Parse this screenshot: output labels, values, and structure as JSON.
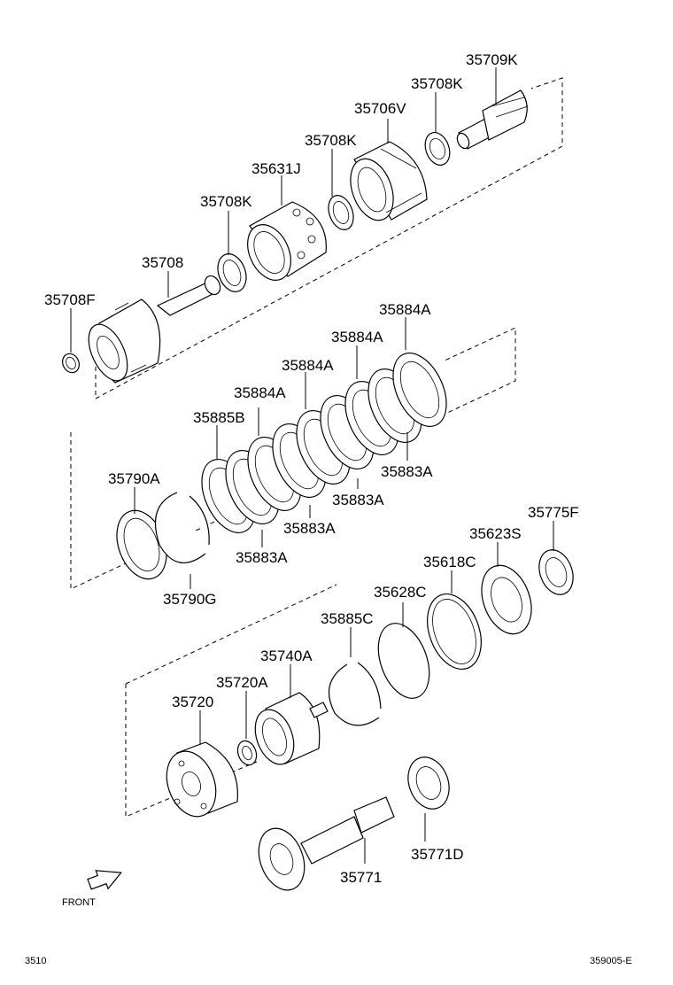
{
  "diagram": {
    "part_labels": {
      "p35709K": "35709K",
      "p35708K_a": "35708K",
      "p35706V": "35706V",
      "p35708K_b": "35708K",
      "p35631J": "35631J",
      "p35708K_c": "35708K",
      "p35708": "35708",
      "p35708F": "35708F",
      "p35884A_a": "35884A",
      "p35884A_b": "35884A",
      "p35884A_c": "35884A",
      "p35884A_d": "35884A",
      "p35885B": "35885B",
      "p35790A": "35790A",
      "p35883A_a": "35883A",
      "p35883A_b": "35883A",
      "p35883A_c": "35883A",
      "p35883A_d": "35883A",
      "p35790G": "35790G",
      "p35775F": "35775F",
      "p35623S": "35623S",
      "p35618C": "35618C",
      "p35628C": "35628C",
      "p35885C": "35885C",
      "p35740A": "35740A",
      "p35720A": "35720A",
      "p35720": "35720",
      "p35771D": "35771D",
      "p35771": "35771"
    },
    "front_label": "FRONT",
    "page_code_left": "3510",
    "page_code_right": "359005-E"
  }
}
